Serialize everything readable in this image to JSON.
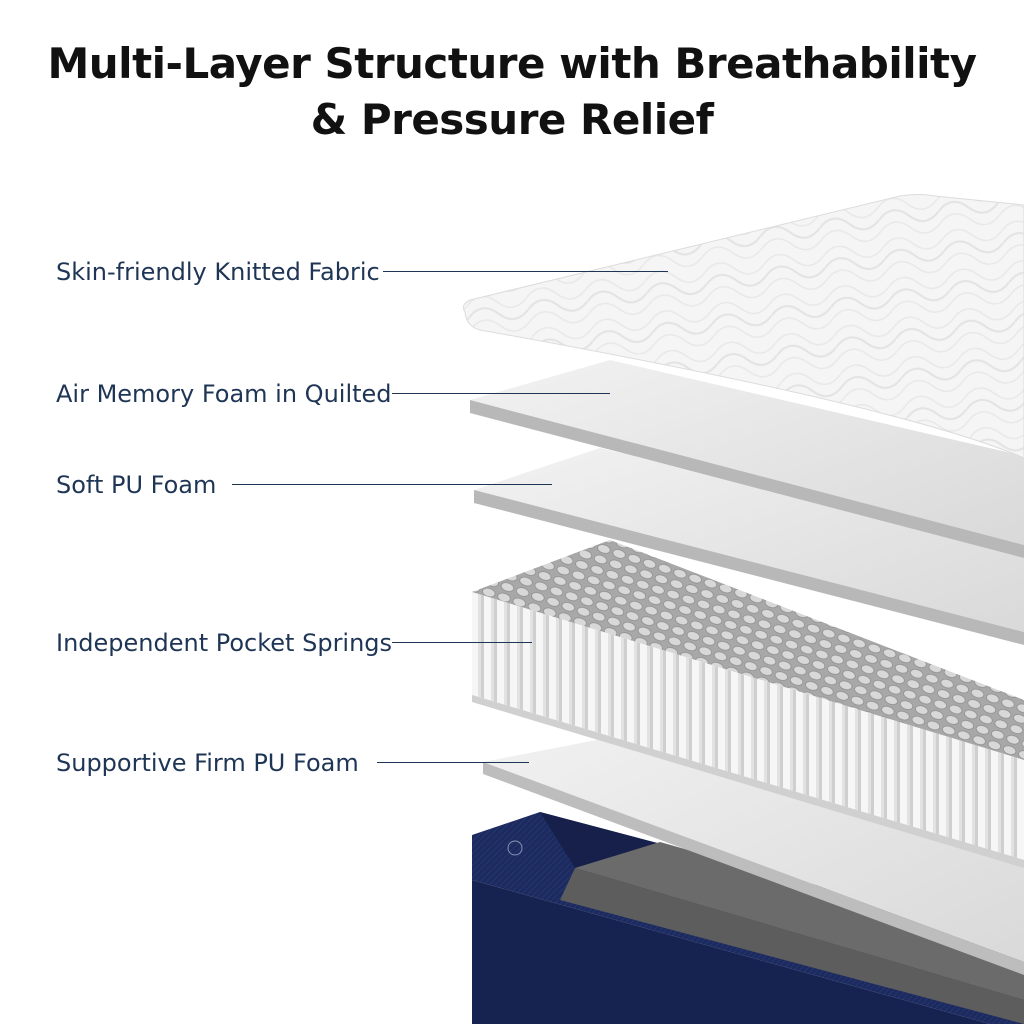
{
  "title": {
    "line1": "Multi-Layer Structure with Breathability",
    "line2": "& Pressure Relief"
  },
  "layers": [
    {
      "label": "Skin-friendly Knitted Fabric"
    },
    {
      "label": "Air Memory Foam in Quilted"
    },
    {
      "label": "Soft PU Foam"
    },
    {
      "label": "Independent Pocket Springs"
    },
    {
      "label": "Supportive Firm PU Foam"
    }
  ],
  "colors": {
    "label_text": "#1f3556",
    "base_navy": "#1c2a5e",
    "fabric": "#f4f4f4"
  }
}
